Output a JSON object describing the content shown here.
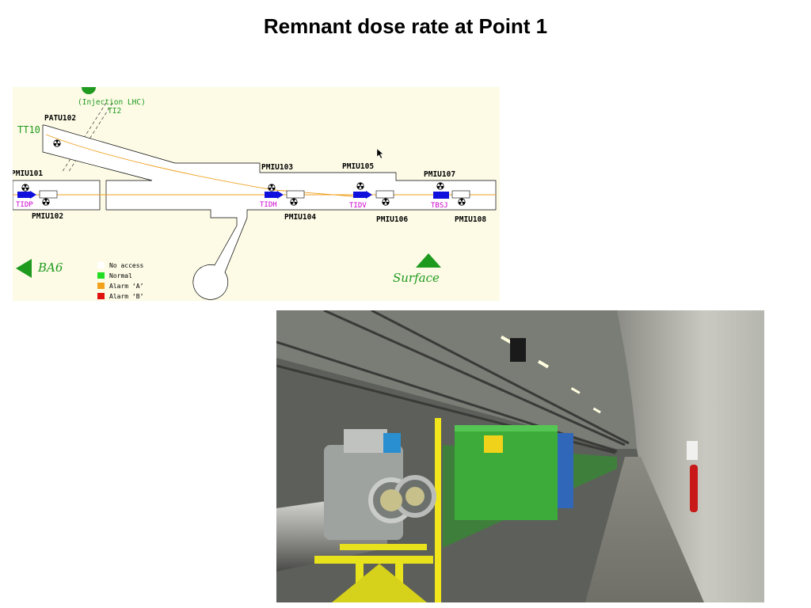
{
  "title": "Remnant dose rate at Point 1",
  "diagram": {
    "monitor_labels": {
      "patu102": "PATU102",
      "pmiu101": "PMIU101",
      "pmiu102": "PMIU102",
      "pmiu103": "PMIU103",
      "pmiu104": "PMIU104",
      "pmiu105": "PMIU105",
      "pmiu106": "PMIU106",
      "pmiu107": "PMIU107",
      "pmiu108": "PMIU108"
    },
    "element_labels": {
      "tidp": "TIDP",
      "tidh": "TIDH",
      "tidv": "TIDV",
      "tbsj": "TBSJ"
    },
    "tunnel_labels": {
      "tt10": "TT10",
      "injection": "(Injection LHC)",
      "ti2": "TI2",
      "ba6": "BA6",
      "surface": "Surface"
    },
    "legend": [
      {
        "label": "No access",
        "color": "#ffffff"
      },
      {
        "label": "Normal",
        "color": "#22dd22"
      },
      {
        "label": "Alarm ‘A’",
        "color": "#f2a21a"
      },
      {
        "label": "Alarm ‘B’",
        "color": "#e01010"
      }
    ],
    "colors": {
      "beam_line": "#f0a020",
      "element": "#1010dd",
      "element_label": "#cc00cc",
      "direction_arrow": "#1e9a1e"
    }
  },
  "photo": {
    "icon": "lhc-tunnel-photo"
  }
}
